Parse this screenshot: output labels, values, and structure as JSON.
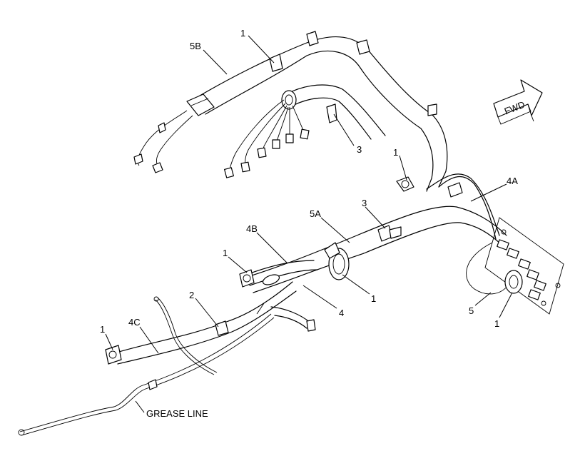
{
  "callouts": {
    "c1_top": "1",
    "c5B": "5B",
    "c3_top": "3",
    "c1_mid": "1",
    "c4A": "4A",
    "c3_mid": "3",
    "c5A": "5A",
    "c4B": "4B",
    "c1_left": "1",
    "c1_center": "1",
    "c4": "4",
    "c2": "2",
    "c4C": "4C",
    "c1_far": "1",
    "c5": "5",
    "c1_right": "1"
  },
  "labels": {
    "grease_line": "GREASE LINE",
    "fwd": "FWD"
  }
}
